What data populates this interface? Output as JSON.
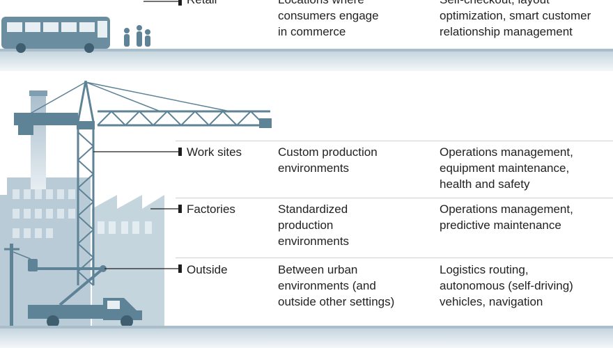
{
  "rows": [
    {
      "id": "retail",
      "setting": "Retail",
      "description": "Locations where\nconsumers engage\nin commerce",
      "applications": "Self-checkout, layout\noptimization, smart customer\nrelationship management"
    },
    {
      "id": "work-sites",
      "setting": "Work sites",
      "description": "Custom production\nenvironments",
      "applications": "Operations management,\nequipment maintenance,\nhealth and safety"
    },
    {
      "id": "factories",
      "setting": "Factories",
      "description": "Standardized\nproduction\nenvironments",
      "applications": "Operations management,\npredictive maintenance"
    },
    {
      "id": "outside",
      "setting": "Outside",
      "description": "Between urban\nenvironments (and\noutside other settings)",
      "applications": "Logistics routing,\nautonomous (self-driving)\nvehicles, navigation"
    }
  ],
  "colors": {
    "illustration": "#5e8296",
    "illustration_light": "#b9cbd6",
    "ground": "#d7e2e9",
    "text": "#222222",
    "leader": "#1e1e1e"
  },
  "icons": [
    "bus-icon",
    "pedestrians-icon",
    "tower-crane-icon",
    "factory-icon",
    "bucket-truck-icon",
    "utility-pole-icon"
  ]
}
